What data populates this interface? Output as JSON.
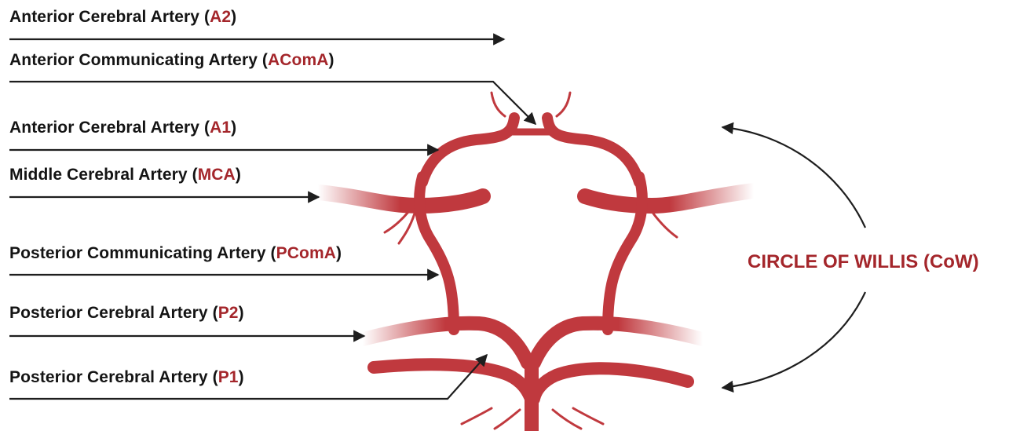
{
  "labels": [
    {
      "name": "Anterior Cerebral Artery",
      "abbr": "A2"
    },
    {
      "name": "Anterior Communicating Artery",
      "abbr": "AComA"
    },
    {
      "name": "Anterior Cerebral Artery",
      "abbr": "A1"
    },
    {
      "name": "Middle Cerebral Artery",
      "abbr": "MCA"
    },
    {
      "name": "Posterior Communicating Artery",
      "abbr": "PComA"
    },
    {
      "name": "Posterior Cerebral Artery",
      "abbr": "P2"
    },
    {
      "name": "Posterior Cerebral Artery",
      "abbr": "P1"
    }
  ],
  "side_title": "CIRCLE OF WILLIS (CoW)",
  "colors": {
    "artery": "#c0393e",
    "artery_light": "#d9777a",
    "accent_text": "#a4262b",
    "arrow": "#1e1e1e",
    "text": "#141414"
  }
}
